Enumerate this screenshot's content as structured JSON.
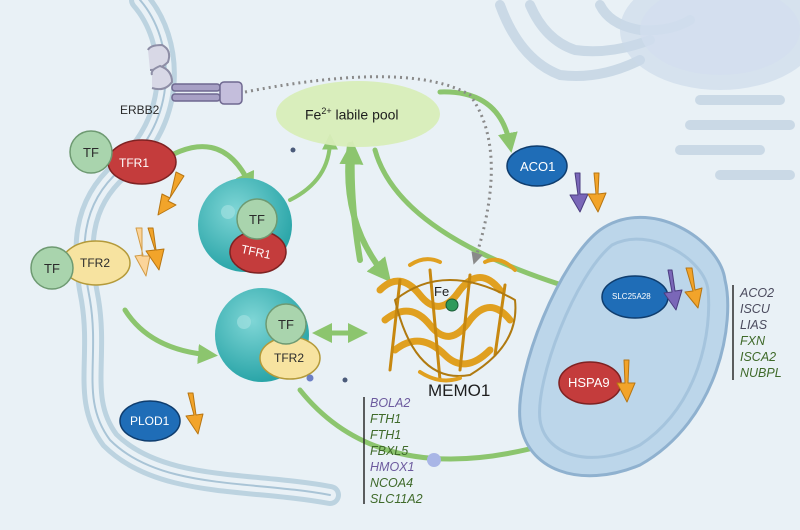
{
  "labels": {
    "erbb2": "ERBB2",
    "labile_pool_prefix": "Fe",
    "labile_pool_sup": "2+",
    "labile_pool_suffix": " labile pool",
    "aco1": "ACO1",
    "tf": "TF",
    "tfr1": "TFR1",
    "tfr2": "TFR2",
    "plod1": "PLOD1",
    "fe": "Fe",
    "memo1": "MEMO1",
    "slc25a28": "SLC25A28",
    "hspa9": "HSPA9"
  },
  "gene_list_cytosol": [
    {
      "name": "BOLA2",
      "tone": "purple"
    },
    {
      "name": "FTH1",
      "tone": "green"
    },
    {
      "name": "FTH1",
      "tone": "green"
    },
    {
      "name": "FBXL5",
      "tone": "green"
    },
    {
      "name": "HMOX1",
      "tone": "purple"
    },
    {
      "name": "NCOA4",
      "tone": "green"
    },
    {
      "name": "SLC11A2",
      "tone": "green"
    }
  ],
  "gene_list_mito": [
    {
      "name": "ACO2",
      "tone": "dark"
    },
    {
      "name": "ISCU",
      "tone": "dark"
    },
    {
      "name": "LIAS",
      "tone": "dark"
    },
    {
      "name": "FXN",
      "tone": "green"
    },
    {
      "name": "ISCA2",
      "tone": "green"
    },
    {
      "name": "NUBPL",
      "tone": "green"
    }
  ],
  "colors": {
    "background": "#e9f1f6",
    "membrane": "#bcd3e0",
    "pathway_arrow": "#8cc56e",
    "tf_circle": "#a9d4ad",
    "tfr1": "#c43c3c",
    "tfr2": "#f7e3a0",
    "endosome": "#3fb6b8",
    "protein_blue": "#1f6db7",
    "hspa9": "#c43c3c",
    "down_orange": "#f2a42a",
    "down_purple": "#7a67b8",
    "memo1_structure": "#e0a020",
    "mitochondrion": "#bcd6ea"
  }
}
